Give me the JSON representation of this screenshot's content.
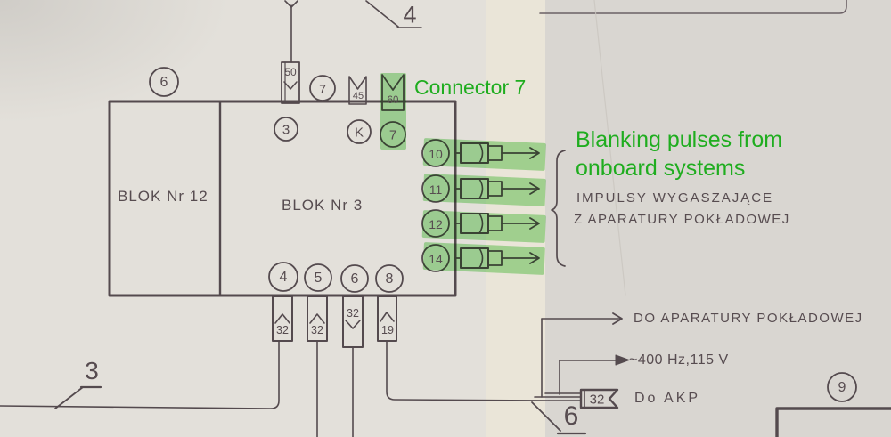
{
  "overlay": {
    "connector_label": "Connector 7",
    "blanking_line1": "Blanking pulses from",
    "blanking_line2": "onboard systems"
  },
  "blocks": {
    "block12": "BLOK Nr 12",
    "block3": "BLOK Nr 3"
  },
  "pins": {
    "top_plug_50": "50",
    "top_circle_7": "7",
    "pennant_45": "45",
    "pennant_60": "60",
    "inner_3": "3",
    "inner_K": "K",
    "inner_7": "7",
    "out_10": "10",
    "out_11": "11",
    "out_12": "12",
    "out_14": "14",
    "bottom_4": "4",
    "bottom_5": "5",
    "bottom_6": "6",
    "bottom_8": "8",
    "plug_32a": "32",
    "plug_32b": "32",
    "plug_32c": "32",
    "plug_19": "19",
    "akp_plug_32": "32"
  },
  "refs": {
    "top_4": "4",
    "left_3": "3",
    "bottom_6": "6",
    "circle_left_6": "6",
    "circle_right_9": "9"
  },
  "texts": {
    "impulsy_line1": "IMPULSY WYGASZAJĄCE",
    "impulsy_line2": "Z APARATURY POKŁADOWEJ",
    "do_aparatury": "DO APARATURY POKŁADOWEJ",
    "hz": "~400 Hz,115 V",
    "do_akp": "Do AKP"
  },
  "colors": {
    "ink": "#544a4e",
    "highlight_green": "#6cd360",
    "annotation_green": "#1fad1f",
    "paper": "#dad7d2"
  }
}
